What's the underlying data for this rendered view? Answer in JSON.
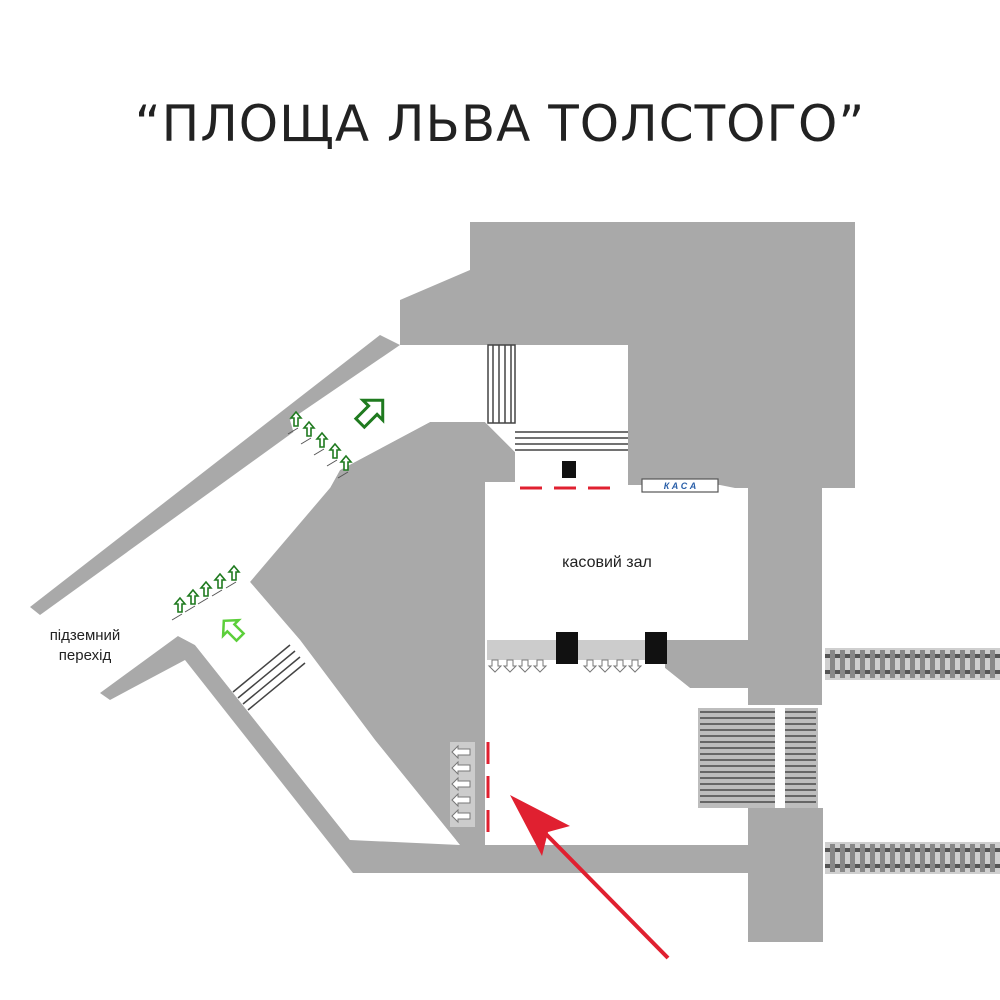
{
  "title": "“ПЛОЩА ЛЬВА ТОЛСТОГО”",
  "labels": {
    "ticket_hall": "касовий зал",
    "kasa": "К А С А",
    "underpass_line1": "підземний",
    "underpass_line2": "перехід"
  },
  "colors": {
    "wall": "#a9a9a9",
    "floor": "#ffffff",
    "arrow_dark_green": "#1f7a1f",
    "arrow_light_green": "#5ccf3a",
    "marker_red": "#e02030",
    "kasa_text": "#2a5fa8"
  }
}
